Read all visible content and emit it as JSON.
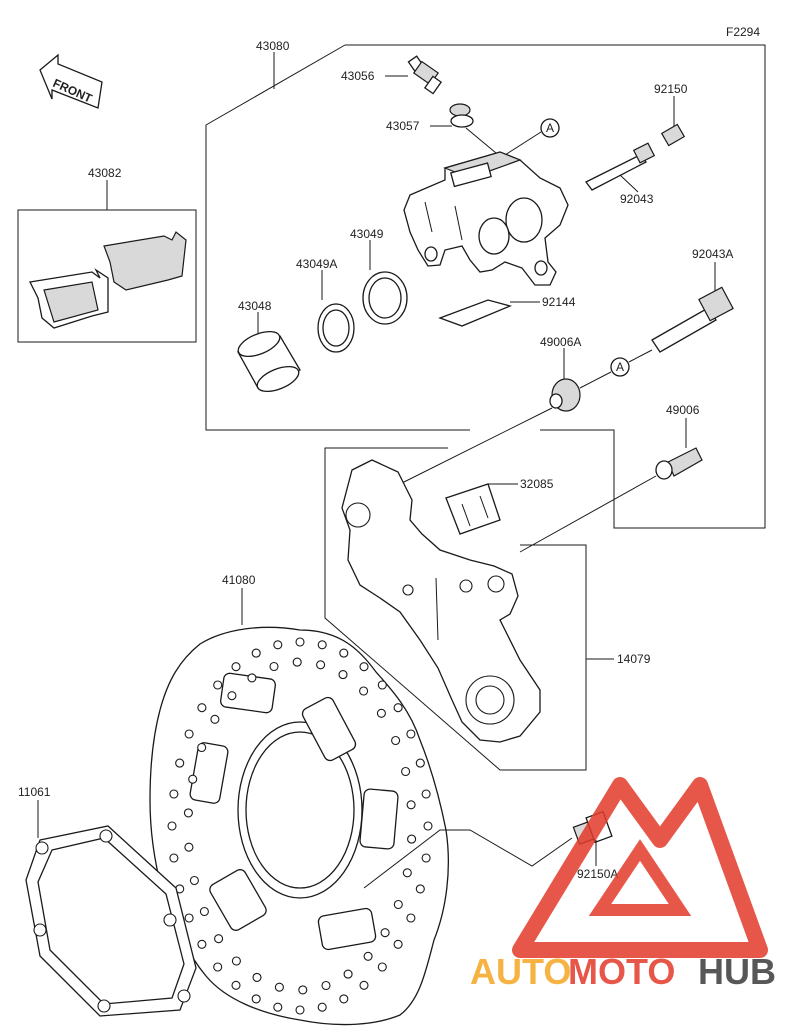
{
  "diagram_code": "F2294",
  "front_label": "FRONT",
  "ref_mark": "A",
  "parts": {
    "p43080": "43080",
    "p43056": "43056",
    "p43057": "43057",
    "p92150": "92150",
    "p92043": "92043",
    "p43082": "43082",
    "p43049": "43049",
    "p43049A": "43049A",
    "p43048": "43048",
    "p92144": "92144",
    "p92043A": "92043A",
    "p49006A": "49006A",
    "p49006": "49006",
    "p32085": "32085",
    "p41080": "41080",
    "p14079": "14079",
    "p11061": "11061",
    "p92150A": "92150A"
  },
  "watermark": {
    "text_auto": "AUTO",
    "text_moto": "MOTO",
    "text_hub": "HUB",
    "color_primary": "#e23a2a",
    "color_secondary": "#f5a623",
    "color_dark": "#3a3a3a"
  }
}
